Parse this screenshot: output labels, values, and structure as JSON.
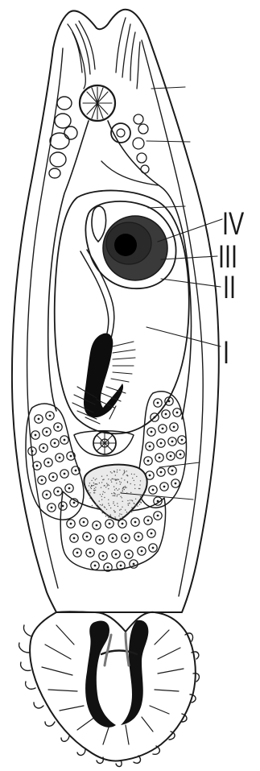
{
  "labels": {
    "iv": "IV",
    "iii": "III",
    "ii": "II",
    "i": "I"
  },
  "colors": {
    "ink": "#1a1a1a",
    "background": "#ffffff",
    "stipple": "#555555"
  }
}
